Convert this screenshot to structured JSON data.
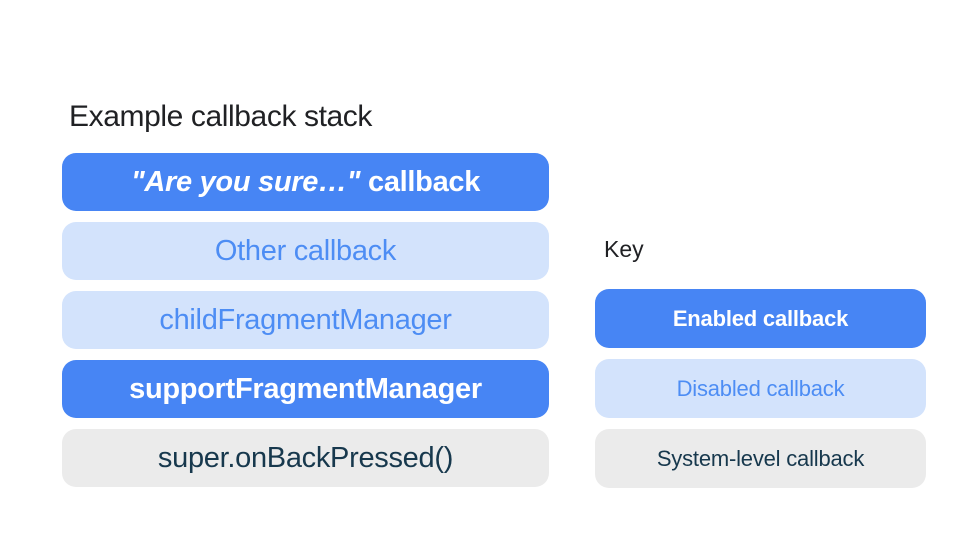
{
  "colors": {
    "page_bg": "#FFFFFF",
    "enabled_bg": "#4785F4",
    "enabled_text": "#FFFFFF",
    "disabled_bg": "#D3E3FC",
    "disabled_text": "#4D8DF4",
    "system_bg": "#EBEBEB",
    "system_text": "#17384D",
    "heading_text": "#202124"
  },
  "stack": {
    "title": "Example callback stack",
    "items": [
      {
        "quote": "\"Are you sure…\"",
        "rest": " callback",
        "type": "enabled"
      },
      {
        "label": "Other callback",
        "type": "disabled"
      },
      {
        "label": "childFragmentManager",
        "type": "disabled"
      },
      {
        "label": "supportFragmentManager",
        "type": "enabled"
      },
      {
        "label": "super.onBackPressed()",
        "type": "system"
      }
    ]
  },
  "key": {
    "title": "Key",
    "items": [
      {
        "label": "Enabled callback",
        "type": "enabled"
      },
      {
        "label": "Disabled callback",
        "type": "disabled"
      },
      {
        "label": "System-level callback",
        "type": "system"
      }
    ]
  }
}
